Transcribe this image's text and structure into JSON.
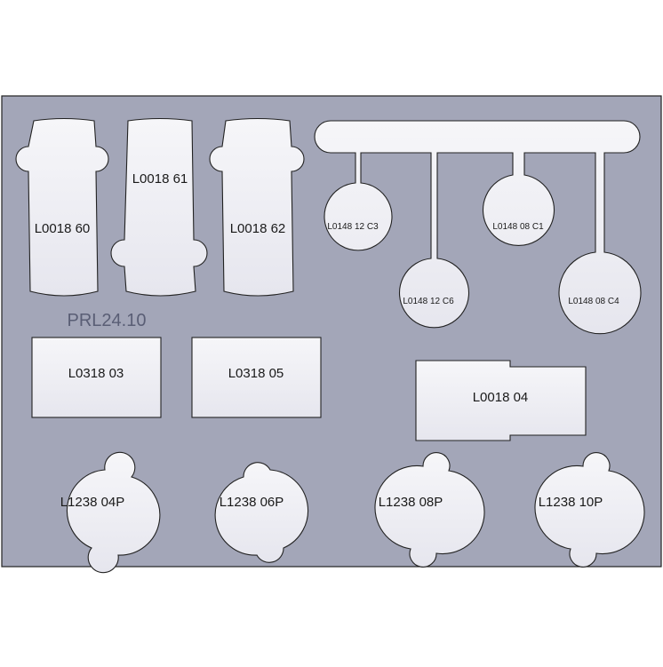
{
  "board": {
    "title": "PRL24.10",
    "colors": {
      "board_fill": "#a3a6b8",
      "cutout_fill": "#eeeef3",
      "stroke": "#222222"
    }
  },
  "cutouts": {
    "cap_60": "L0018 60",
    "cap_61": "L0018 61",
    "cap_62": "L0018 62",
    "tag_c3": "L0148 12 C3",
    "tag_c6": "L0148 12 C6",
    "tag_c1": "L0148 08 C1",
    "tag_c4": "L0148 08 C4",
    "rect_03": "L0318 03",
    "rect_05": "L0318 05",
    "plate_04": "L0018 04",
    "lobe_04p": "L1238 04P",
    "lobe_06p": "L1238 06P",
    "lobe_08p": "L1238 08P",
    "lobe_10p": "L1238 10P"
  }
}
